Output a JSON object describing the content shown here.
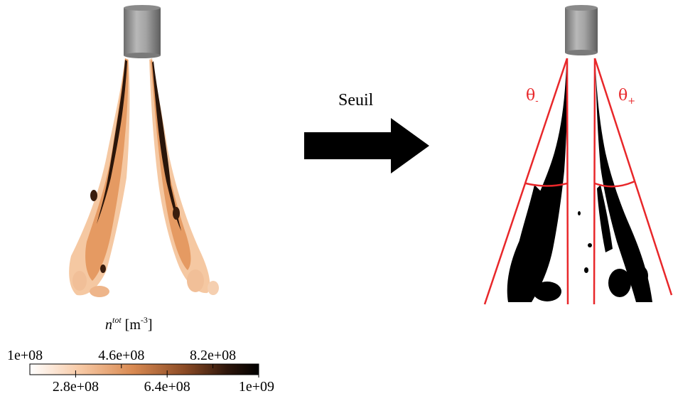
{
  "arrow_label": "Seuil",
  "colorbar": {
    "label_symbol": "n",
    "label_superscript": "tot",
    "label_unit_prefix": "[m",
    "label_unit_exponent": "-3",
    "label_unit_suffix": "]",
    "top_ticks": [
      "1e+08",
      "4.6e+08",
      "8.2e+08"
    ],
    "bottom_ticks": [
      "2.8e+08",
      "6.4e+08",
      "1e+09"
    ],
    "range": [
      100000000,
      1000000000
    ],
    "gradient_colors": [
      "#ffffff",
      "#f7c9a5",
      "#d98a52",
      "#8a4a25",
      "#2e160b",
      "#000000"
    ]
  },
  "angles": {
    "left_base": "θ",
    "left_sub": "-",
    "right_base": "θ",
    "right_sub": "+"
  },
  "colors": {
    "angle_lines": "#e8272a",
    "threshold_fill": "#000000",
    "nozzle": "#9a9a9a"
  }
}
